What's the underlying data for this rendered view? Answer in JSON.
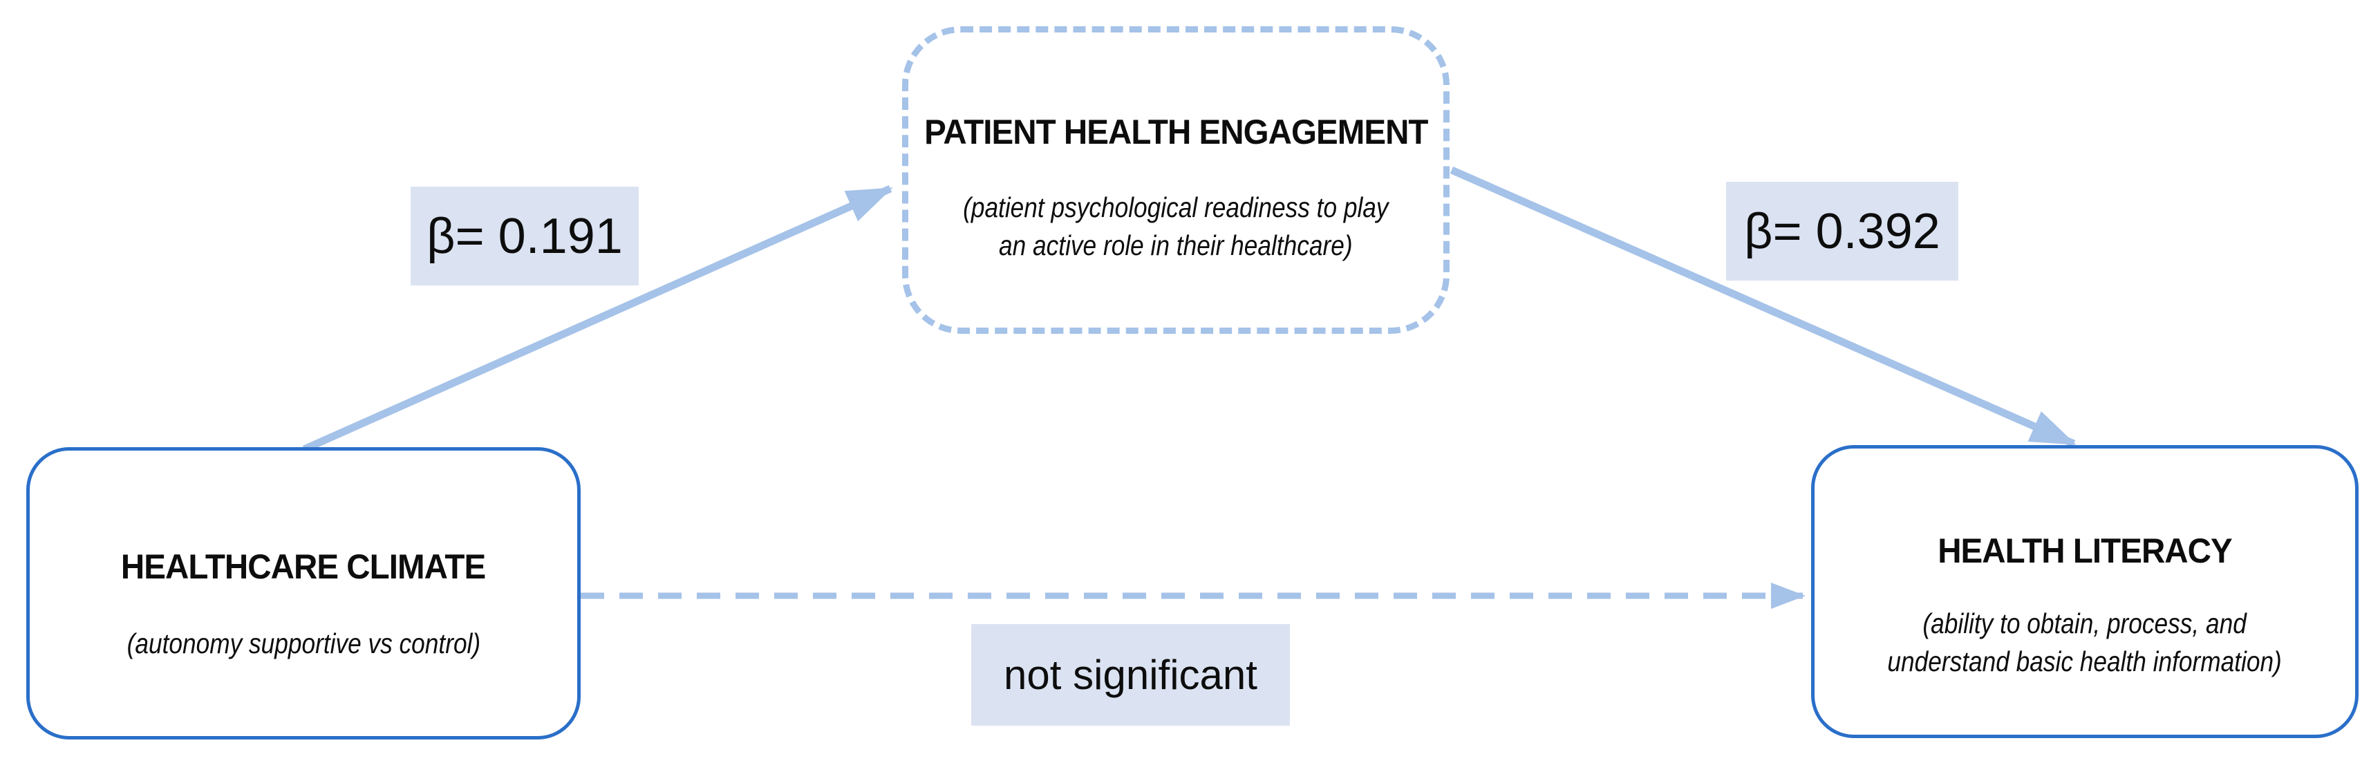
{
  "figure": {
    "type": "mediation-path-diagram",
    "background": "#ffffff"
  },
  "colors": {
    "solid_box_border": "#2a6fc9",
    "dashed_box_border": "#a5c2e8",
    "arrow": "#a5c2e8",
    "label_background": "#dbe3f2",
    "text": "#0d0d0d"
  },
  "nodes": {
    "mediator": {
      "title": "PATIENT HEALTH ENGAGEMENT",
      "subtitle_line1": "(patient psychological readiness to play",
      "subtitle_line2": "an active role in their healthcare)"
    },
    "predictor": {
      "title": "HEALTHCARE CLIMATE",
      "subtitle_line1": "(autonomy supportive vs control)"
    },
    "outcome": {
      "title": "HEALTH LITERACY",
      "subtitle_line1": "(ability to obtain, process, and",
      "subtitle_line2": "understand basic health information)"
    }
  },
  "edges": {
    "predictor_to_mediator": {
      "label": "β= 0.191",
      "style": "solid"
    },
    "mediator_to_outcome": {
      "label": "β= 0.392",
      "style": "solid"
    },
    "predictor_to_outcome": {
      "label": "not significant",
      "style": "dashed"
    }
  }
}
